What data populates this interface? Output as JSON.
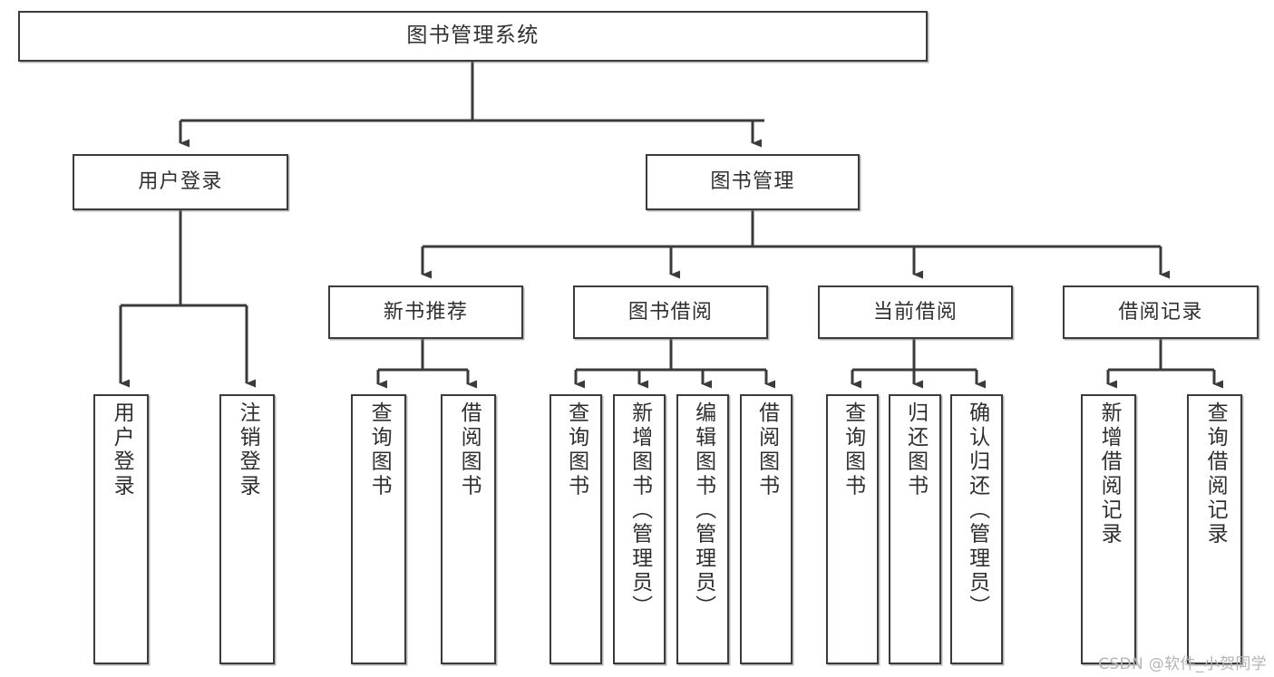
{
  "diagram": {
    "title": "图书管理系统",
    "watermark": "CSDN @软件_小贺同学",
    "edge_color": "#3b3b3b",
    "box_border_color": "#3b3b3b",
    "text_color": "#2f2f2f",
    "background": "#ffffff",
    "nodes": {
      "root": {
        "label": "图书管理系统"
      },
      "level2": [
        {
          "label": "用户登录"
        },
        {
          "label": "图书管理"
        }
      ],
      "level3": [
        {
          "label": "新书推荐"
        },
        {
          "label": "图书借阅"
        },
        {
          "label": "当前借阅"
        },
        {
          "label": "借阅记录"
        }
      ],
      "leaves": {
        "user_login": [
          {
            "label": "用户登录"
          },
          {
            "label": "注销登录"
          }
        ],
        "new_book_recommend": [
          {
            "label": "查询图书"
          },
          {
            "label": "借阅图书"
          }
        ],
        "book_borrow": [
          {
            "label": "查询图书"
          },
          {
            "label": "新增图书（管理员）"
          },
          {
            "label": "编辑图书（管理员）"
          },
          {
            "label": "借阅图书"
          }
        ],
        "current_borrow": [
          {
            "label": "查询图书"
          },
          {
            "label": "归还图书"
          },
          {
            "label": "确认归还（管理员）"
          }
        ],
        "borrow_record": [
          {
            "label": "新增借阅记录"
          },
          {
            "label": "查询借阅记录"
          }
        ]
      }
    }
  }
}
